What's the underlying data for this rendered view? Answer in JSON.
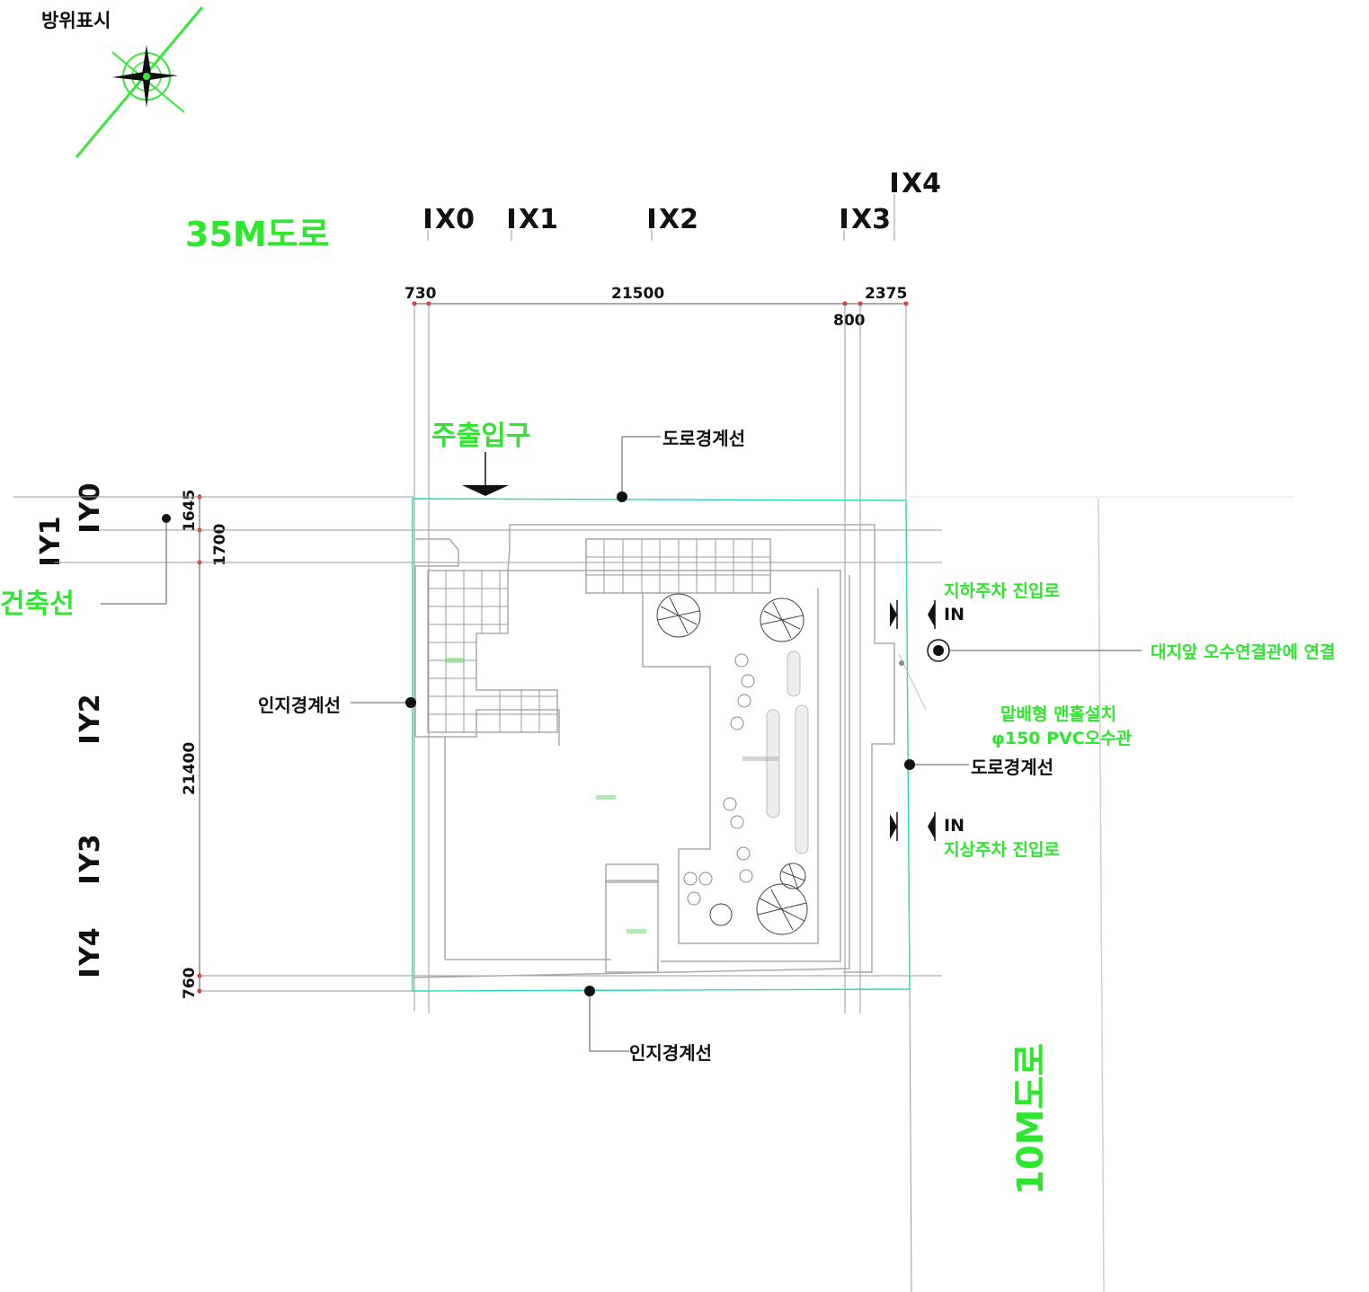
{
  "compass": {
    "label": "방위표시"
  },
  "roads": {
    "main": "35M도로",
    "side": "10M도로"
  },
  "grid_x": [
    "X0",
    "X1",
    "X2",
    "X3",
    "X4"
  ],
  "grid_y": [
    "Y0",
    "Y1",
    "Y2",
    "Y3",
    "Y4"
  ],
  "dimensions": {
    "top": [
      "730",
      "21500",
      "800",
      "2375"
    ],
    "left": [
      "1645",
      "1700",
      "21400",
      "760"
    ]
  },
  "labels": {
    "entrance": "주출입구",
    "road_boundary": "도로경계선",
    "road_boundary_right": "도로경계선",
    "building_line": "건축선",
    "adjacent_boundary": "인지경계선",
    "adjacent_boundary_bottom": "인지경계선",
    "underground_parking": "지하주차 진입로",
    "ground_parking": "지상주차 진입로",
    "in_top": "IN",
    "in_bottom": "IN",
    "sewer_connect": "대지앞 오수연결관에 연결",
    "manhole": "맡배형 맨홀설치",
    "pvc_pipe": "φ150 PVC오수관"
  },
  "colors": {
    "accent": "#2ee62e",
    "site_line": "#27d9b0"
  }
}
